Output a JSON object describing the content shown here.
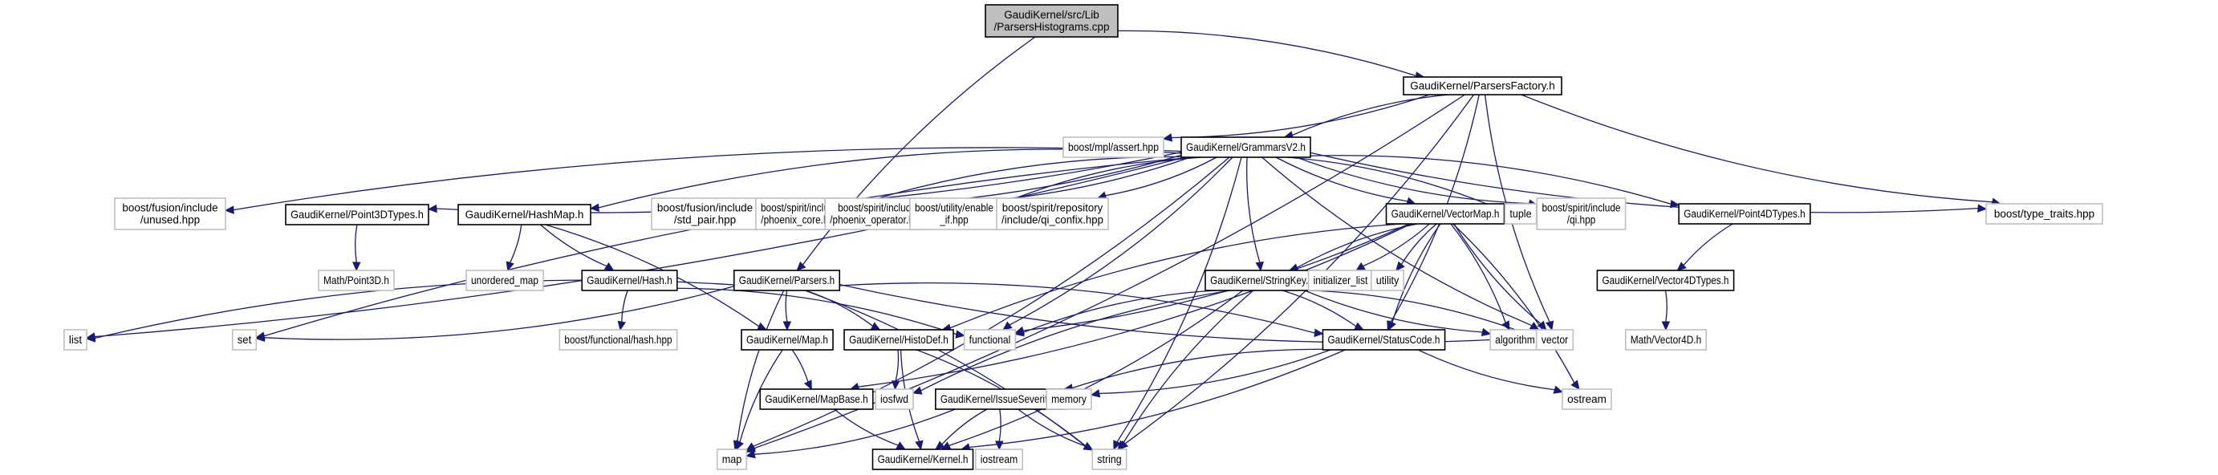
{
  "title": "Include dependency graph for GaudiKernel/src/Lib/ParsersHistograms.cpp",
  "colors": {
    "edge": "#191970",
    "root_fill": "#bfbfbf",
    "root_border": "#000000",
    "documented_border": "#000000",
    "external_border": "#bfbfbf",
    "node_fill": "#ffffff"
  },
  "nodes": [
    {
      "id": "root",
      "lines": [
        "GaudiKernel/src/Lib",
        "/ParsersHistograms.cpp"
      ],
      "kind": "root"
    },
    {
      "id": "parsersfactory",
      "lines": [
        "GaudiKernel/ParsersFactory.h"
      ],
      "kind": "documented"
    },
    {
      "id": "mpl_assert",
      "lines": [
        "boost/mpl/assert.hpp"
      ],
      "kind": "external"
    },
    {
      "id": "grammarsv2",
      "lines": [
        "GaudiKernel/GrammarsV2.h"
      ],
      "kind": "documented"
    },
    {
      "id": "fusion_unused",
      "lines": [
        "boost/fusion/include",
        "/unused.hpp"
      ],
      "kind": "external"
    },
    {
      "id": "point3dtypes",
      "lines": [
        "GaudiKernel/Point3DTypes.h"
      ],
      "kind": "documented"
    },
    {
      "id": "hashmap",
      "lines": [
        "GaudiKernel/HashMap.h"
      ],
      "kind": "documented"
    },
    {
      "id": "fusion_std_pair",
      "lines": [
        "boost/fusion/include",
        "/std_pair.hpp"
      ],
      "kind": "external"
    },
    {
      "id": "phoenix_core",
      "lines": [
        "boost/spirit/include",
        "/phoenix_core.hpp"
      ],
      "kind": "external"
    },
    {
      "id": "phoenix_operator",
      "lines": [
        "boost/spirit/include",
        "/phoenix_operator.hpp"
      ],
      "kind": "external"
    },
    {
      "id": "enable_if",
      "lines": [
        "boost/utility/enable",
        "_if.hpp"
      ],
      "kind": "external"
    },
    {
      "id": "qi_confix",
      "lines": [
        "boost/spirit/repository",
        "/include/qi_confix.hpp"
      ],
      "kind": "external"
    },
    {
      "id": "vectormap",
      "lines": [
        "GaudiKernel/VectorMap.h"
      ],
      "kind": "documented"
    },
    {
      "id": "tuple",
      "lines": [
        "tuple"
      ],
      "kind": "external"
    },
    {
      "id": "qi",
      "lines": [
        "boost/spirit/include",
        "/qi.hpp"
      ],
      "kind": "external"
    },
    {
      "id": "point4dtypes",
      "lines": [
        "GaudiKernel/Point4DTypes.h"
      ],
      "kind": "documented"
    },
    {
      "id": "type_traits",
      "lines": [
        "boost/type_traits.hpp"
      ],
      "kind": "external"
    },
    {
      "id": "math_point3d",
      "lines": [
        "Math/Point3D.h"
      ],
      "kind": "external"
    },
    {
      "id": "unordered_map",
      "lines": [
        "unordered_map"
      ],
      "kind": "external"
    },
    {
      "id": "hash",
      "lines": [
        "GaudiKernel/Hash.h"
      ],
      "kind": "documented"
    },
    {
      "id": "parsers",
      "lines": [
        "GaudiKernel/Parsers.h"
      ],
      "kind": "documented"
    },
    {
      "id": "stringkey",
      "lines": [
        "GaudiKernel/StringKey.h"
      ],
      "kind": "documented"
    },
    {
      "id": "initializer_list",
      "lines": [
        "initializer_list"
      ],
      "kind": "external"
    },
    {
      "id": "utility",
      "lines": [
        "utility"
      ],
      "kind": "external"
    },
    {
      "id": "vector4dtypes",
      "lines": [
        "GaudiKernel/Vector4DTypes.h"
      ],
      "kind": "documented"
    },
    {
      "id": "list",
      "lines": [
        "list"
      ],
      "kind": "external"
    },
    {
      "id": "set",
      "lines": [
        "set"
      ],
      "kind": "external"
    },
    {
      "id": "functional_hash",
      "lines": [
        "boost/functional/hash.hpp"
      ],
      "kind": "external"
    },
    {
      "id": "map_h",
      "lines": [
        "GaudiKernel/Map.h"
      ],
      "kind": "documented"
    },
    {
      "id": "histodef",
      "lines": [
        "GaudiKernel/HistoDef.h"
      ],
      "kind": "documented"
    },
    {
      "id": "functional",
      "lines": [
        "functional"
      ],
      "kind": "external"
    },
    {
      "id": "statuscode",
      "lines": [
        "GaudiKernel/StatusCode.h"
      ],
      "kind": "documented"
    },
    {
      "id": "algorithm",
      "lines": [
        "algorithm"
      ],
      "kind": "external"
    },
    {
      "id": "vector",
      "lines": [
        "vector"
      ],
      "kind": "external"
    },
    {
      "id": "math_vector4d",
      "lines": [
        "Math/Vector4D.h"
      ],
      "kind": "external"
    },
    {
      "id": "mapbase",
      "lines": [
        "GaudiKernel/MapBase.h"
      ],
      "kind": "documented"
    },
    {
      "id": "iosfwd",
      "lines": [
        "iosfwd"
      ],
      "kind": "external"
    },
    {
      "id": "issueseverity",
      "lines": [
        "GaudiKernel/IssueSeverity.h"
      ],
      "kind": "documented"
    },
    {
      "id": "memory",
      "lines": [
        "memory"
      ],
      "kind": "external"
    },
    {
      "id": "ostream",
      "lines": [
        "ostream"
      ],
      "kind": "external"
    },
    {
      "id": "map",
      "lines": [
        "map"
      ],
      "kind": "external"
    },
    {
      "id": "kernel",
      "lines": [
        "GaudiKernel/Kernel.h"
      ],
      "kind": "documented"
    },
    {
      "id": "iostream",
      "lines": [
        "iostream"
      ],
      "kind": "external"
    },
    {
      "id": "string",
      "lines": [
        "string"
      ],
      "kind": "external"
    }
  ],
  "edges": [
    [
      "root",
      "parsersfactory"
    ],
    [
      "root",
      "parsers"
    ],
    [
      "parsersfactory",
      "mpl_assert"
    ],
    [
      "parsersfactory",
      "grammarsv2"
    ],
    [
      "parsersfactory",
      "map"
    ],
    [
      "parsersfactory",
      "type_traits"
    ],
    [
      "parsersfactory",
      "statuscode"
    ],
    [
      "parsersfactory",
      "vector"
    ],
    [
      "parsersfactory",
      "string"
    ],
    [
      "grammarsv2",
      "fusion_unused"
    ],
    [
      "grammarsv2",
      "point3dtypes"
    ],
    [
      "grammarsv2",
      "hashmap"
    ],
    [
      "grammarsv2",
      "fusion_std_pair"
    ],
    [
      "grammarsv2",
      "phoenix_core"
    ],
    [
      "grammarsv2",
      "phoenix_operator"
    ],
    [
      "grammarsv2",
      "enable_if"
    ],
    [
      "grammarsv2",
      "qi_confix"
    ],
    [
      "grammarsv2",
      "vectormap"
    ],
    [
      "grammarsv2",
      "tuple"
    ],
    [
      "grammarsv2",
      "qi"
    ],
    [
      "grammarsv2",
      "point4dtypes"
    ],
    [
      "grammarsv2",
      "type_traits"
    ],
    [
      "grammarsv2",
      "list"
    ],
    [
      "grammarsv2",
      "set"
    ],
    [
      "grammarsv2",
      "map"
    ],
    [
      "grammarsv2",
      "stringkey"
    ],
    [
      "grammarsv2",
      "functional"
    ],
    [
      "grammarsv2",
      "vector"
    ],
    [
      "grammarsv2",
      "string"
    ],
    [
      "point3dtypes",
      "math_point3d"
    ],
    [
      "hashmap",
      "unordered_map"
    ],
    [
      "hashmap",
      "hash"
    ],
    [
      "hashmap",
      "map_h"
    ],
    [
      "hash",
      "functional_hash"
    ],
    [
      "hash",
      "functional"
    ],
    [
      "vectormap",
      "stringkey"
    ],
    [
      "vectormap",
      "initializer_list"
    ],
    [
      "vectormap",
      "utility"
    ],
    [
      "vectormap",
      "mapbase"
    ],
    [
      "vectormap",
      "histodef"
    ],
    [
      "vectormap",
      "functional"
    ],
    [
      "vectormap",
      "statuscode"
    ],
    [
      "vectormap",
      "algorithm"
    ],
    [
      "vectormap",
      "vector"
    ],
    [
      "vectormap",
      "ostream"
    ],
    [
      "point4dtypes",
      "vector4dtypes"
    ],
    [
      "vector4dtypes",
      "math_vector4d"
    ],
    [
      "parsers",
      "list"
    ],
    [
      "parsers",
      "set"
    ],
    [
      "parsers",
      "map_h"
    ],
    [
      "parsers",
      "histodef"
    ],
    [
      "parsers",
      "map"
    ],
    [
      "parsers",
      "statuscode"
    ],
    [
      "parsers",
      "vector"
    ],
    [
      "parsers",
      "string"
    ],
    [
      "stringkey",
      "functional"
    ],
    [
      "stringkey",
      "statuscode"
    ],
    [
      "stringkey",
      "algorithm"
    ],
    [
      "stringkey",
      "vector"
    ],
    [
      "stringkey",
      "iosfwd"
    ],
    [
      "stringkey",
      "kernel"
    ],
    [
      "stringkey",
      "string"
    ],
    [
      "map_h",
      "mapbase"
    ],
    [
      "map_h",
      "map"
    ],
    [
      "histodef",
      "iosfwd"
    ],
    [
      "histodef",
      "kernel"
    ],
    [
      "histodef",
      "string"
    ],
    [
      "statuscode",
      "issueseverity"
    ],
    [
      "statuscode",
      "memory"
    ],
    [
      "statuscode",
      "ostream"
    ],
    [
      "statuscode",
      "kernel"
    ],
    [
      "mapbase",
      "kernel"
    ],
    [
      "issueseverity",
      "map"
    ],
    [
      "issueseverity",
      "kernel"
    ],
    [
      "issueseverity",
      "iostream"
    ],
    [
      "issueseverity",
      "string"
    ]
  ]
}
